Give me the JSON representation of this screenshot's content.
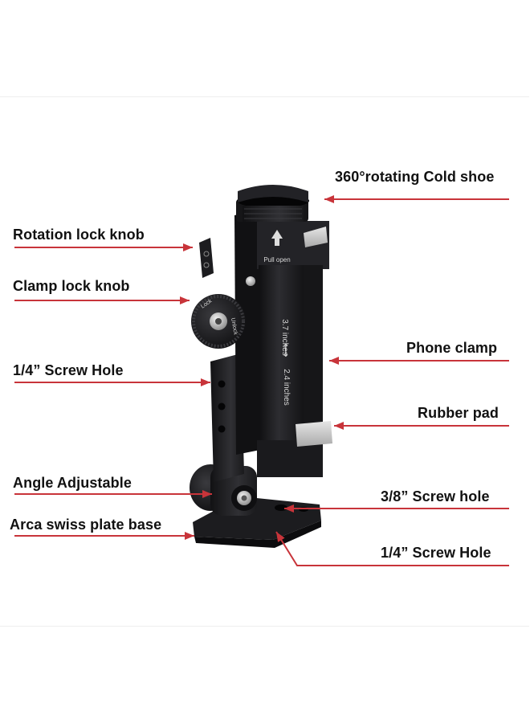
{
  "colors": {
    "arrow": "#c8343a",
    "device_dark": "#1a1a1d",
    "device_mid": "#2c2c30",
    "rubber_pad": "#c9c9c9"
  },
  "product_print": {
    "pull_open": "Pull open",
    "max_size": "3.7 inches",
    "min_size": "2.4 inches",
    "lock": "Lock",
    "unlock": "Unlock"
  },
  "callouts": [
    {
      "id": "cold-shoe",
      "label": "360°rotating Cold shoe"
    },
    {
      "id": "rotation-lock-knob",
      "label": "Rotation lock knob"
    },
    {
      "id": "clamp-lock-knob",
      "label": "Clamp lock knob"
    },
    {
      "id": "quarter-screw-hole-side",
      "label": "1/4” Screw Hole"
    },
    {
      "id": "phone-clamp",
      "label": "Phone clamp"
    },
    {
      "id": "rubber-pad",
      "label": "Rubber pad"
    },
    {
      "id": "angle-adjustable",
      "label": "Angle Adjustable"
    },
    {
      "id": "three-eighths-screw-hole",
      "label": "3/8” Screw hole"
    },
    {
      "id": "arca-swiss-plate-base",
      "label": "Arca swiss plate base"
    },
    {
      "id": "quarter-screw-hole-base",
      "label": "1/4” Screw Hole"
    }
  ]
}
